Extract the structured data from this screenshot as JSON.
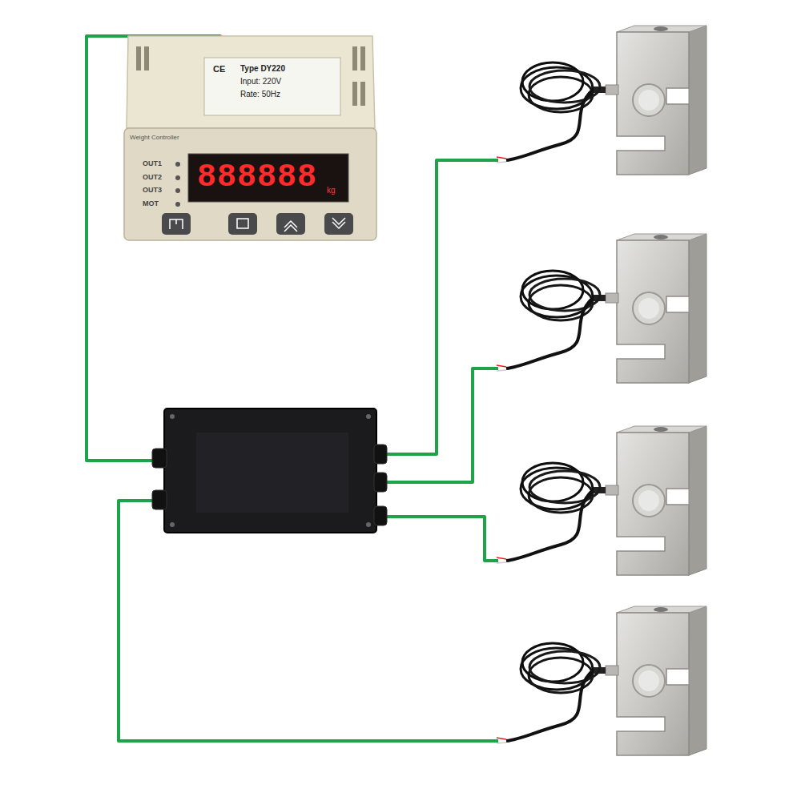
{
  "diagram": {
    "nodes": [
      {
        "text": [
          "Type DY220",
          "Input: 220V",
          "Rate: 50Hz",
          "CE",
          "Weight Controller",
          "OUT1",
          "OUT2",
          "OUT3",
          "MOT",
          "888888",
          "kg"
        ]
      }
    ]
  }
}
